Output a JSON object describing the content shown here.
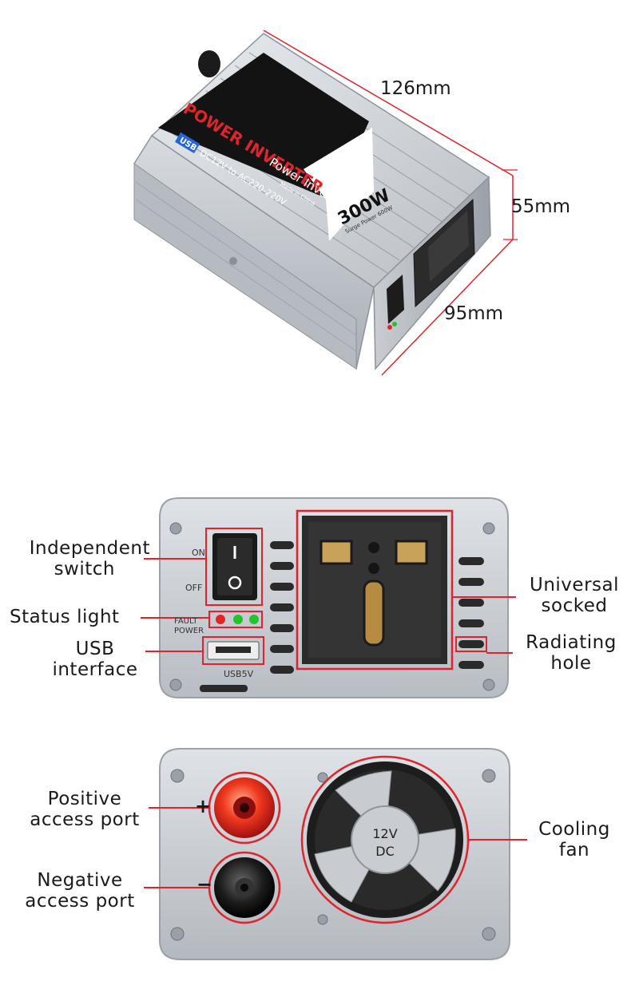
{
  "top_view": {
    "dim_length": "126mm",
    "dim_height": "55mm",
    "dim_width": "95mm",
    "product_label": {
      "brand": "POWER INVERTER",
      "usb": "USB",
      "spec": "DC12V to AC220-220V",
      "subtitle": "Power Inverter",
      "wattage": "300W",
      "surge": "Surge Power 600W",
      "made_in": "Made in China"
    }
  },
  "front_panel": {
    "on_text": "ON",
    "off_text": "OFF",
    "fault_text": "FAULT",
    "power_text": "POWER",
    "usb_text": "USB5V",
    "labels": {
      "independent_switch": [
        "Independent",
        "switch"
      ],
      "status_light": "Status light",
      "usb_interface": [
        "USB",
        "interface"
      ],
      "universal_socket": [
        "Universal",
        "socked"
      ],
      "radiating_hole": [
        "Radiating",
        "hole"
      ]
    }
  },
  "rear_panel": {
    "plus": "+",
    "minus": "−",
    "fan_text": [
      "12V",
      "DC"
    ],
    "labels": {
      "positive_port": [
        "Positive",
        "access port"
      ],
      "negative_port": [
        "Negative",
        "access port"
      ],
      "cooling_fan": [
        "Cooling",
        "fan"
      ]
    }
  },
  "colors": {
    "callout_red": "#e0242b",
    "aluminum": "#c8ccd1",
    "socket_black": "#2b2b2b",
    "led_green": "#22c42b",
    "led_red": "#e52525",
    "label_white": "#ffffff"
  }
}
